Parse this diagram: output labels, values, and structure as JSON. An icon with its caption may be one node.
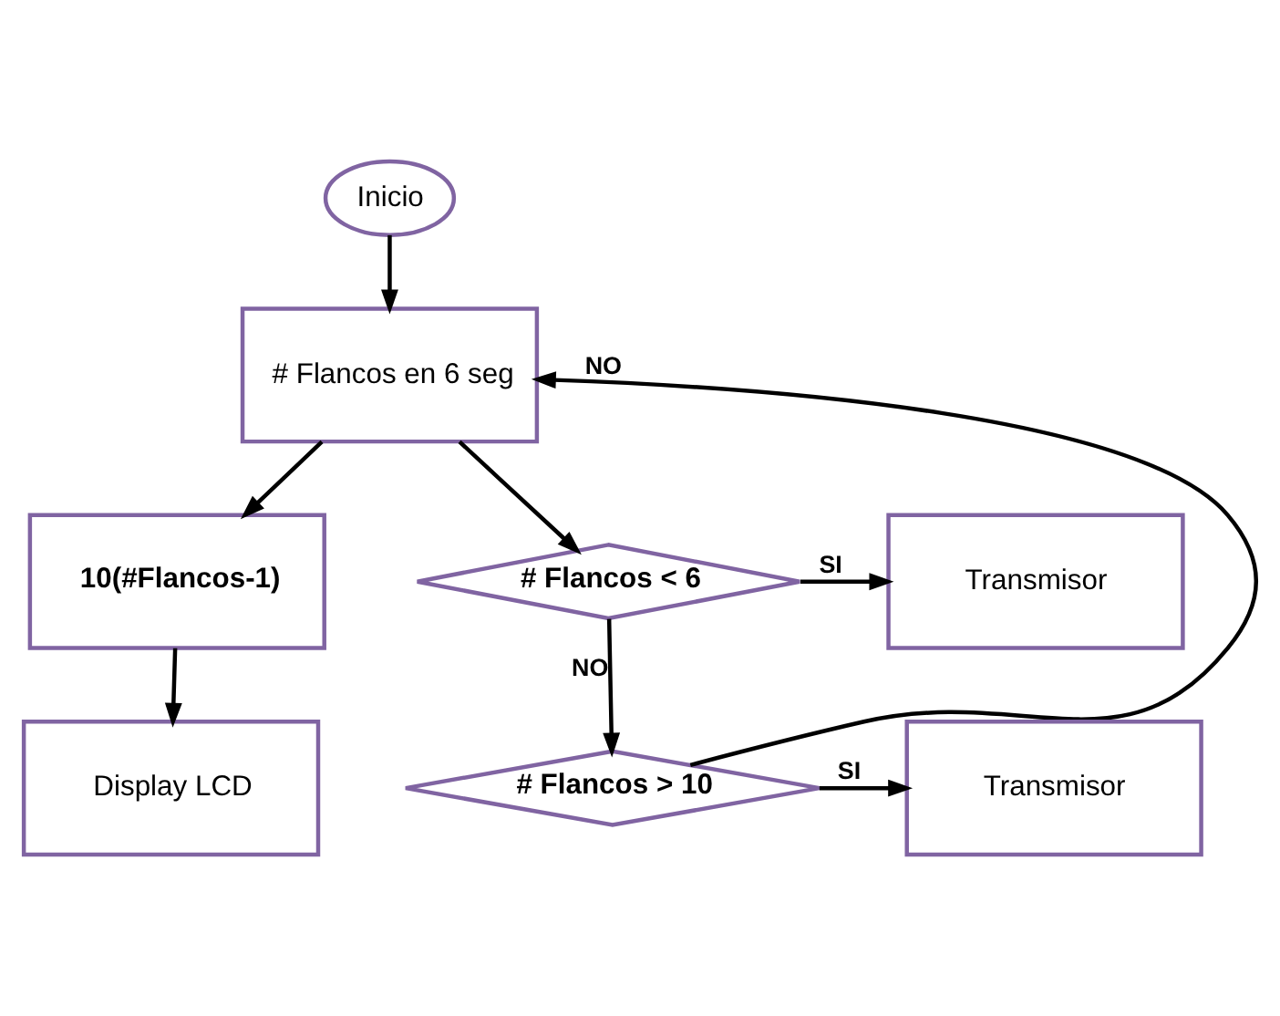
{
  "diagram": {
    "nodes": [
      {
        "text": [
          "Inicio"
        ]
      },
      {
        "text": [
          "# Flancos en 6 seg"
        ]
      },
      {
        "text": [
          "10(#Flancos-1)"
        ]
      },
      {
        "text": [
          "Display LCD"
        ]
      },
      {
        "text": [
          "# Flancos < 6"
        ]
      },
      {
        "text": [
          "Transmisor"
        ]
      },
      {
        "text": [
          "# Flancos > 10"
        ]
      },
      {
        "text": [
          "Transmisor"
        ]
      }
    ],
    "edges": [
      {
        "from": 0,
        "to": 1,
        "arrow": "to"
      },
      {
        "from": 1,
        "to": 2,
        "arrow": "to"
      },
      {
        "from": 1,
        "to": 4,
        "arrow": "to"
      },
      {
        "from": 2,
        "to": 3,
        "arrow": "to"
      },
      {
        "from": 4,
        "to": 5,
        "arrow": "to",
        "label": "SI"
      },
      {
        "from": 4,
        "to": 6,
        "arrow": "to",
        "label": "NO"
      },
      {
        "from": 6,
        "to": 7,
        "arrow": "to",
        "label": "SI"
      },
      {
        "from": 6,
        "to": 1,
        "arrow": "to",
        "label": "NO"
      }
    ]
  }
}
